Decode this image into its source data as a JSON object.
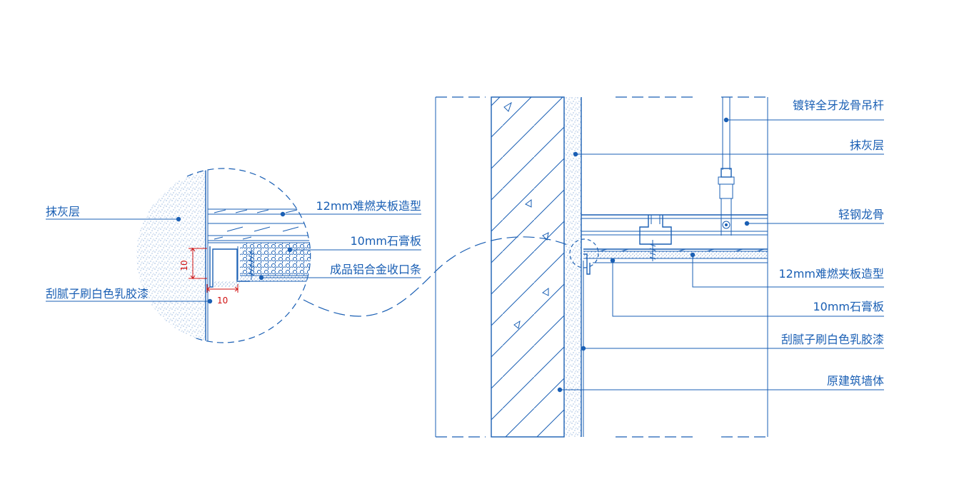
{
  "colors": {
    "line": "#1a5fb4",
    "dimension": "#d01010",
    "background": "#ffffff"
  },
  "detail_labels": {
    "plaster_layer": "抹灰层",
    "putty_paint": "刮腻子刷白色乳胶漆",
    "panel_12mm": "12mm难燃夹板造型",
    "gypsum_10mm": "10mm石膏板",
    "aluminum_trim": "成品铝合金收口条"
  },
  "detail_dimensions": {
    "width": "10",
    "height": "10"
  },
  "section_labels": {
    "hanger_rod": "镀锌全牙龙骨吊杆",
    "plaster_layer": "抹灰层",
    "light_steel_keel": "轻钢龙骨",
    "panel_12mm": "12mm难燃夹板造型",
    "gypsum_10mm": "10mm石膏板",
    "putty_paint": "刮腻子刷白色乳胶漆",
    "original_wall": "原建筑墙体"
  }
}
